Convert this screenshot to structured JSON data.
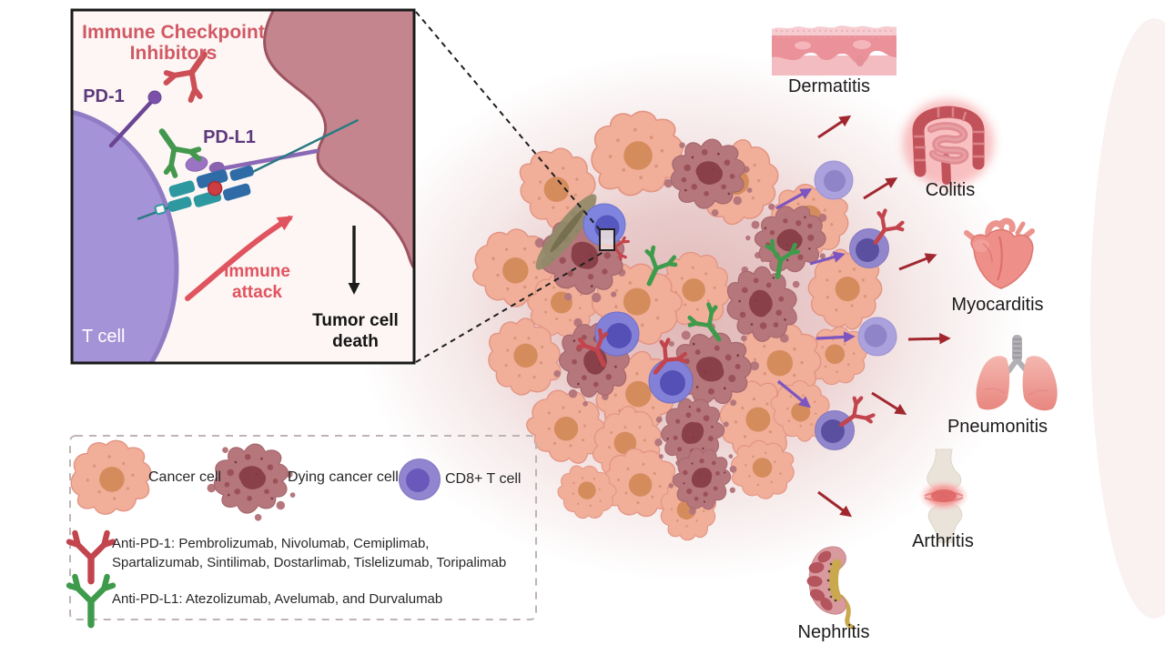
{
  "inset": {
    "title_line1": "Immune Checkpoint",
    "title_line2": "Inhibitors",
    "pd1_label": "PD-1",
    "pdl1_label": "PD-L1",
    "immune_attack_line1": "Immune",
    "immune_attack_line2": "attack",
    "t_cell_label": "T cell",
    "tumor_death_line1": "Tumor cell",
    "tumor_death_line2": "death"
  },
  "legend": {
    "cancer_cell_label": "Cancer cell",
    "dying_cancer_cell_label": "Dying cancer cell",
    "cd8_t_cell_label": "CD8+ T cell",
    "anti_pd1_line1": "Anti-PD-1: Pembrolizumab, Nivolumab, Cemiplimab,",
    "anti_pd1_line2": "Spartalizumab, Sintilimab, Dostarlimab, Tislelizumab, Toripalimab",
    "anti_pdl1_line": "Anti-PD-L1: Atezolizumab, Avelumab, and Durvalumab"
  },
  "organs": [
    {
      "id": "dermatitis",
      "label": "Dermatitis",
      "icon": "skin-icon"
    },
    {
      "id": "colitis",
      "label": "Colitis",
      "icon": "intestine-icon"
    },
    {
      "id": "myocarditis",
      "label": "Myocarditis",
      "icon": "heart-icon"
    },
    {
      "id": "pneumonitis",
      "label": "Pneumonitis",
      "icon": "lungs-icon"
    },
    {
      "id": "arthritis",
      "label": "Arthritis",
      "icon": "joint-icon"
    },
    {
      "id": "nephritis",
      "label": "Nephritis",
      "icon": "kidney-icon"
    }
  ],
  "colors": {
    "title_rose": "#d15964",
    "pd_purple": "#5d3a7d",
    "immune_attack_rose": "#e0545f",
    "anti_pd1_red": "#c2444d",
    "anti_pdl1_green": "#3f9b4c",
    "cancer_cell_salmon": "#f1ae99",
    "dying_cell_mauve": "#b5777c",
    "t_cell_purple": "#9186cc",
    "arrow_purple": "#7d55c0",
    "arrow_dark_red": "#a1272f",
    "inset_background": "#fdf6f4"
  }
}
